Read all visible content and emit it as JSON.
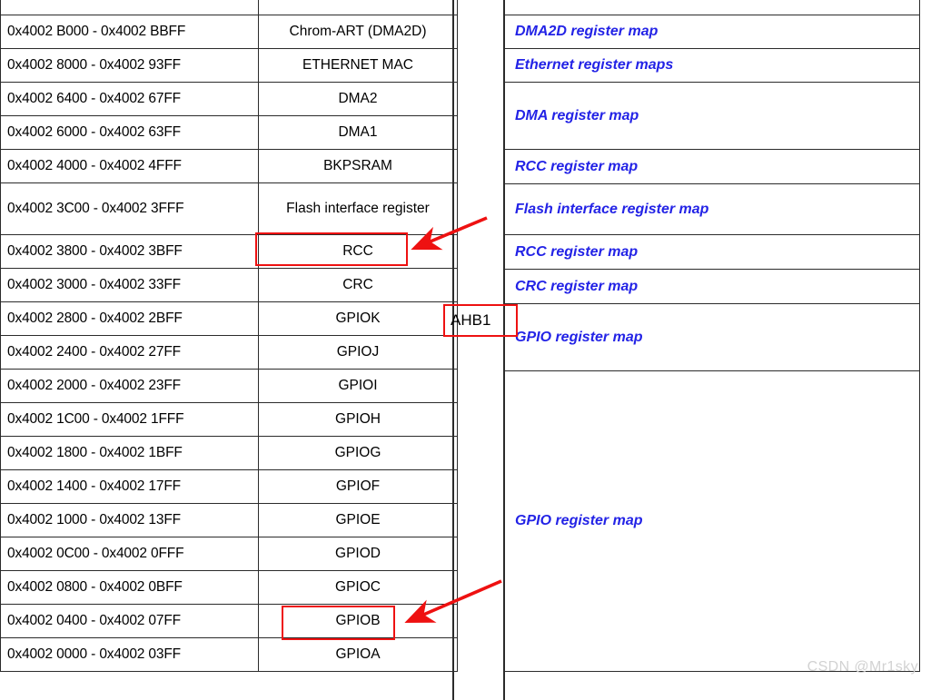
{
  "document": {
    "kind": "register-boundary-address-table",
    "watermark": "CSDN @Mr1sky"
  },
  "bus": {
    "label": "AHB1"
  },
  "table": {
    "rows": [
      {
        "address": "",
        "peripheral": "",
        "partial_top": true
      },
      {
        "address": "0x4002 B000 - 0x4002 BBFF",
        "peripheral": "Chrom-ART (DMA2D)"
      },
      {
        "address": "0x4002 8000 - 0x4002 93FF",
        "peripheral": "ETHERNET MAC"
      },
      {
        "address": "0x4002 6400 - 0x4002 67FF",
        "peripheral": "DMA2"
      },
      {
        "address": "0x4002 6000 - 0x4002 63FF",
        "peripheral": "DMA1"
      },
      {
        "address": "0x4002 4000 - 0x4002 4FFF",
        "peripheral": "BKPSRAM"
      },
      {
        "address": "0x4002 3C00 - 0x4002 3FFF",
        "peripheral": "Flash interface register"
      },
      {
        "address": "0x4002 3800 - 0x4002 3BFF",
        "peripheral": "RCC"
      },
      {
        "address": "0x4002 3000 - 0x4002 33FF",
        "peripheral": "CRC"
      },
      {
        "address": "0x4002 2800 - 0x4002 2BFF",
        "peripheral": "GPIOK"
      },
      {
        "address": "0x4002 2400 - 0x4002 27FF",
        "peripheral": "GPIOJ"
      },
      {
        "address": "0x4002 2000 - 0x4002 23FF",
        "peripheral": "GPIOI"
      },
      {
        "address": "0x4002 1C00 - 0x4002 1FFF",
        "peripheral": "GPIOH"
      },
      {
        "address": "0x4002 1800 - 0x4002 1BFF",
        "peripheral": "GPIOG"
      },
      {
        "address": "0x4002 1400 - 0x4002 17FF",
        "peripheral": "GPIOF"
      },
      {
        "address": "0x4002 1000 - 0x4002 13FF",
        "peripheral": "GPIOE"
      },
      {
        "address": "0x4002 0C00 - 0x4002 0FFF",
        "peripheral": "GPIOD"
      },
      {
        "address": "0x4002 0800 - 0x4002 0BFF",
        "peripheral": "GPIOC"
      },
      {
        "address": "0x4002 0400 - 0x4002 07FF",
        "peripheral": "GPIOB"
      },
      {
        "address": "0x4002 0000 - 0x4002 03FF",
        "peripheral": "GPIOA"
      }
    ],
    "register_maps": [
      {
        "label": "",
        "partial_top": true
      },
      {
        "label": "DMA2D register map"
      },
      {
        "label": "Ethernet register maps"
      },
      {
        "label": "DMA register map"
      },
      {
        "label": "RCC register map"
      },
      {
        "label": "Flash interface register map"
      },
      {
        "label": "RCC register map"
      },
      {
        "label": "CRC register map"
      },
      {
        "label": "GPIO register map"
      },
      {
        "label": "GPIO register map"
      }
    ]
  },
  "annotations": {
    "highlight_rcc": "RCC",
    "highlight_gpiob": "GPIOB",
    "highlight_ahb1": "AHB1",
    "arrow_color": "#ee1111",
    "box_color": "#ee1111",
    "link_color": "#2323e6",
    "grid_color": "#2b2b2b"
  }
}
